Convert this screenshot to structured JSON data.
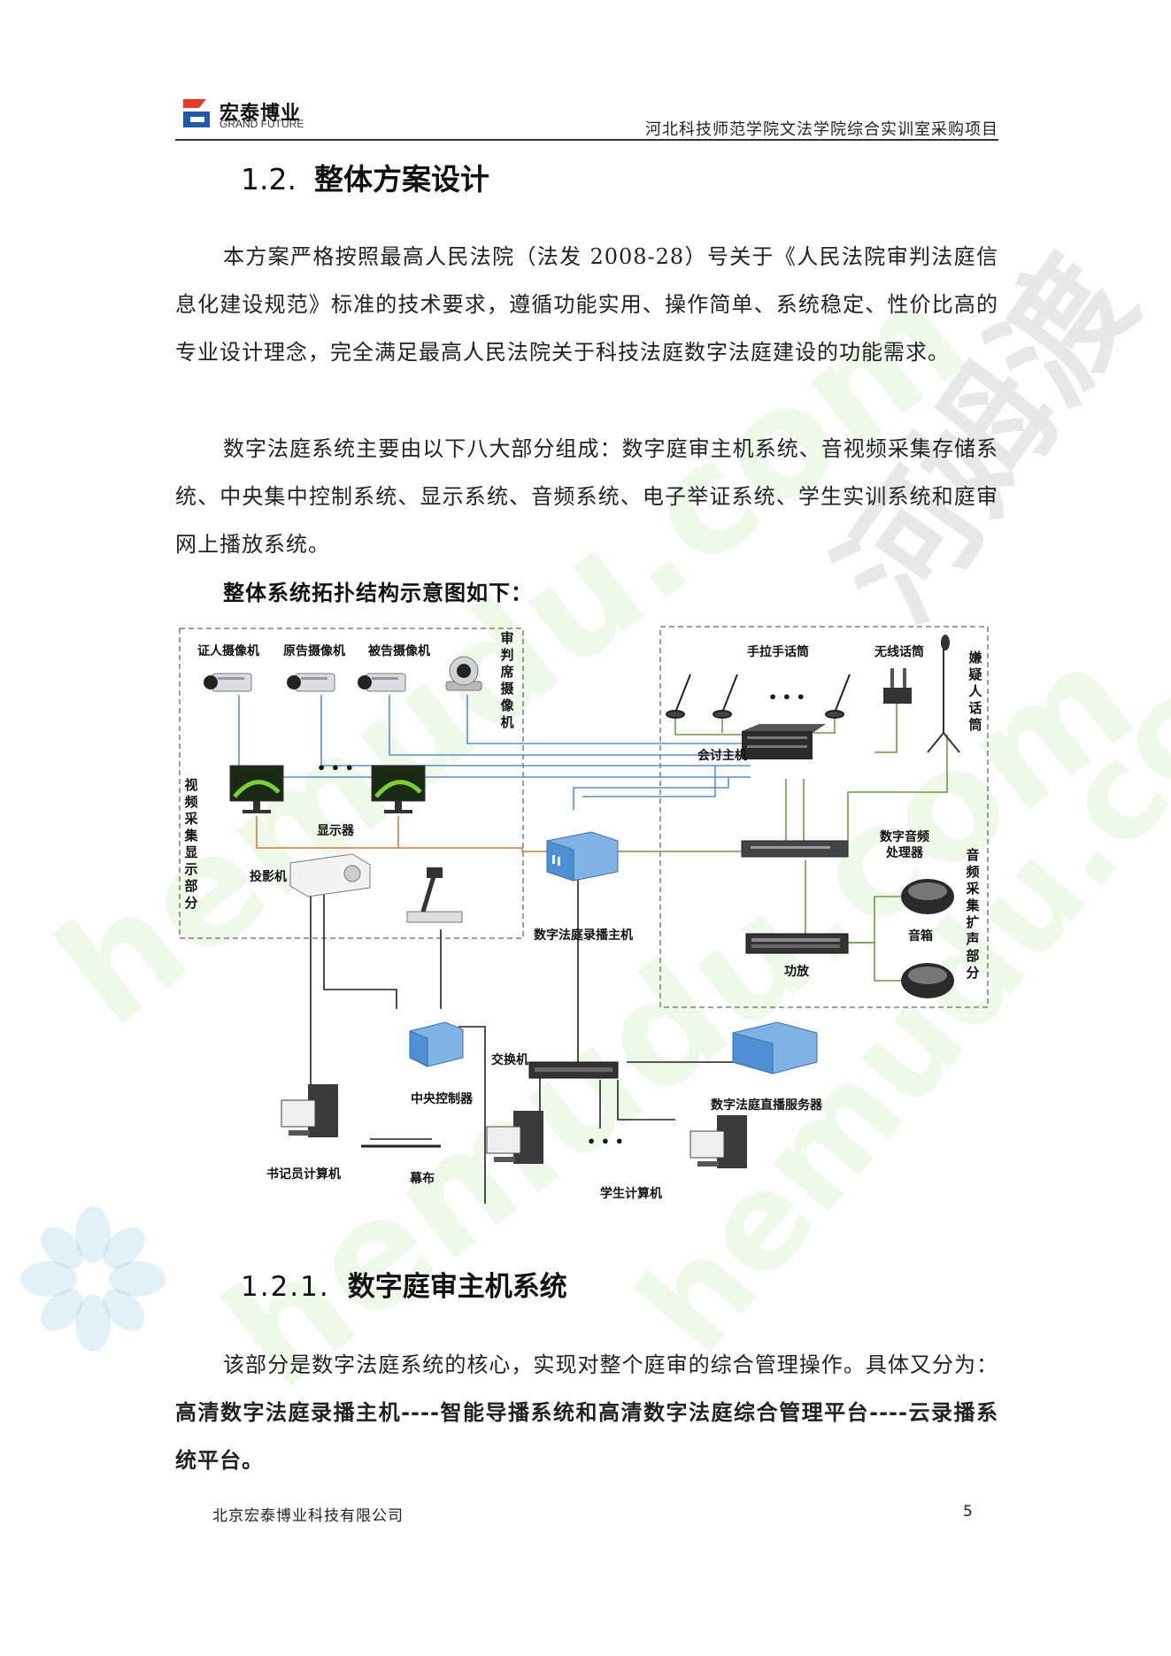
{
  "header": {
    "logo_cn": "宏泰博业",
    "logo_en": "GRAND FUTURE",
    "title": "河北科技师范学院文法学院综合实训室采购项目"
  },
  "section": {
    "number": "1.2.",
    "title": "整体方案设计"
  },
  "paragraphs": {
    "p1": "本方案严格按照最高人民法院（法发 2008-28）号关于《人民法院审判法庭信息化建设规范》标准的技术要求，遵循功能实用、操作简单、系统稳定、性价比高的专业设计理念，完全满足最高人民法院关于科技法庭数字法庭建设的功能需求。",
    "p2": "数字法庭系统主要由以下八大部分组成：数字庭审主机系统、音视频采集存储系统、中央集中控制系统、显示系统、音频系统、电子举证系统、学生实训系统和庭审网上播放系统。",
    "caption": "整体系统拓扑结构示意图如下："
  },
  "diagram": {
    "cam_witness": "证人摄像机",
    "cam_plaintiff": "原告摄像机",
    "cam_defendant": "被告摄像机",
    "cam_judge": "审判席摄像机",
    "group_video": "视频采集显示部分",
    "display": "显示器",
    "ellipsis": "• • •",
    "projector": "投影机",
    "recorder": "数字法庭录播主机",
    "handheld_mic": "手拉手话筒",
    "wireless_mic": "无线话筒",
    "suspect_mic": "嫌疑人话筒",
    "conference_host": "会讨主机",
    "dsp": "数字音频处理器",
    "speaker": "音箱",
    "amplifier": "功放",
    "group_audio": "音频采集扩声部分",
    "switch": "交换机",
    "central_control": "中央控制器",
    "live_server": "数字法庭直播服务器",
    "clerk_pc": "书记员计算机",
    "screen": "幕布",
    "student_pc": "学生计算机"
  },
  "subsection": {
    "number": "1.2.1.",
    "title": "数字庭审主机系统"
  },
  "paragraph3": {
    "lead": "该部分是数字法庭系统的核心，实现对整个庭审的综合管理操作。具体又分为：",
    "bold": "高清数字法庭录播主机----智能导播系统和高清数字法庭综合管理平台----云录播系统平台。"
  },
  "footer": {
    "company": "北京宏泰博业科技有限公司",
    "page": "5"
  },
  "watermark": {
    "cn": "河姆渡",
    "en": "hemudu.com"
  },
  "colors": {
    "blue_line": "#5b8fc9",
    "green_line": "#6d9a4a",
    "orange_line": "#d47a45",
    "black_line": "#222222"
  }
}
